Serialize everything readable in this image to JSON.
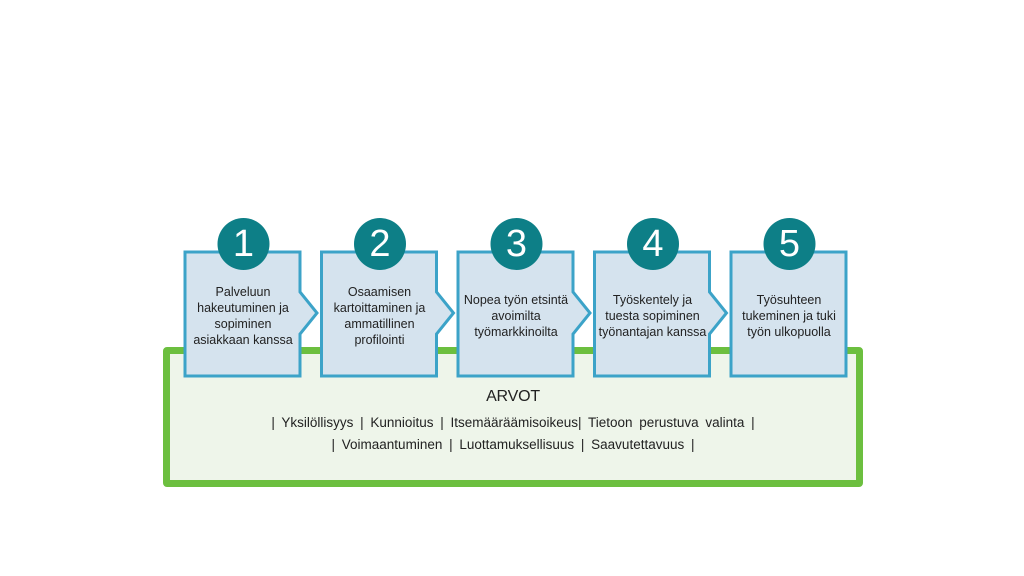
{
  "colors": {
    "box_fill": "#d5e3ee",
    "box_border": "#3ca3c8",
    "circle_fill": "#0d7f87",
    "frame_border": "#6cbf3f",
    "frame_fill": "#eef5ea"
  },
  "steps": [
    {
      "number": "1",
      "text": "Palveluun hakeutuminen ja sopiminen asiakkaan kanssa"
    },
    {
      "number": "2",
      "text": "Osaamisen kartoittaminen ja ammatillinen profilointi"
    },
    {
      "number": "3",
      "text": "Nopea työn etsintä avoimilta työmarkkinoilta"
    },
    {
      "number": "4",
      "text": "Työskentely ja tuesta sopiminen työnantajan kanssa"
    },
    {
      "number": "5",
      "text": "Työsuhteen tukeminen ja tuki työn ulkopuolla"
    }
  ],
  "values": {
    "title": "ARVOT",
    "line1": "|  Yksilöllisyys |  Kunnioitus  |  Itsemääräämisoikeus|  Tietoon perustuva valinta   |",
    "line2": "|  Voimaantuminen |  Luottamuksellisuus |  Saavutettavuus |"
  }
}
